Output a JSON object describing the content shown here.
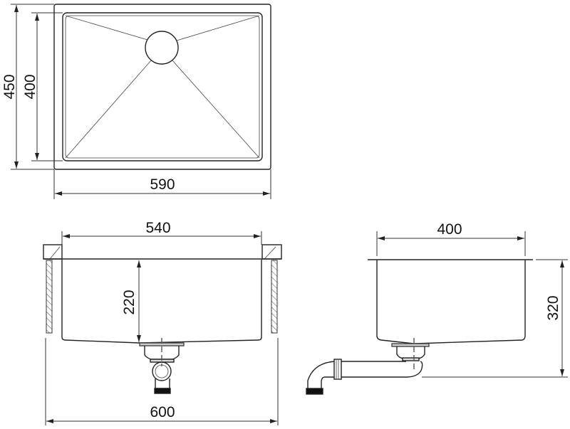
{
  "dimensions": {
    "top_outer_depth": "450",
    "top_inner_depth": "400",
    "top_outer_width": "590",
    "front_inner_width": "540",
    "front_depth": "220",
    "front_cabinet_width": "600",
    "side_inner_width": "400",
    "side_height": "320"
  }
}
